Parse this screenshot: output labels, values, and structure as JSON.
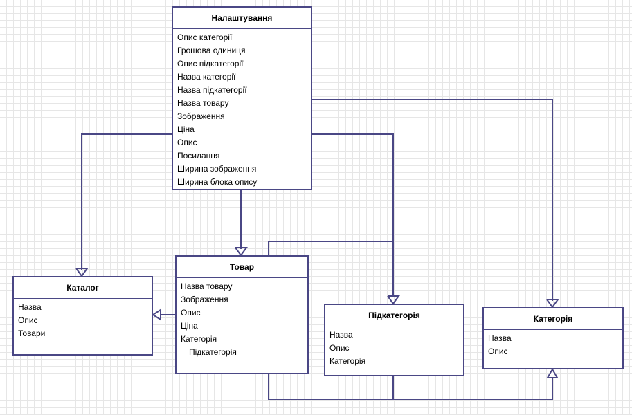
{
  "diagram": {
    "line_color": "#4a4785",
    "grid_color": "#e6e6e6",
    "classes": {
      "settings": {
        "name": "Налаштування",
        "attributes": [
          "Опис категорії",
          "Грошова одиниця",
          "Опис підкатегорії",
          "Назва категорії",
          "Назва підкатегорії",
          "Назва товару",
          "Зображення",
          "Ціна",
          "Опис",
          "Посилання",
          "Ширина зображення",
          "Ширина блока опису"
        ]
      },
      "catalog": {
        "name": "Каталог",
        "attributes": [
          "Назва",
          "Опис",
          "Товари"
        ]
      },
      "product": {
        "name": "Товар",
        "attributes": [
          "Назва товару",
          "Зображення",
          "Опис",
          "Ціна",
          "Категорія",
          "Підкатегорія"
        ]
      },
      "subcategory": {
        "name": "Підкатегорія",
        "attributes": [
          "Назва",
          "Опис",
          "Категорія"
        ]
      },
      "category": {
        "name": "Категорія",
        "attributes": [
          "Назва",
          "Опис"
        ]
      }
    },
    "relations": [
      {
        "from": "settings",
        "to": "catalog",
        "arrow": "open"
      },
      {
        "from": "settings",
        "to": "product",
        "arrow": "open"
      },
      {
        "from": "settings",
        "to": "subcategory",
        "arrow": "open"
      },
      {
        "from": "settings",
        "to": "category",
        "arrow": "open"
      },
      {
        "from": "product",
        "to": "subcategory",
        "arrow": "open"
      },
      {
        "from": "product",
        "to": "catalog",
        "arrow": "hollow-triangle"
      },
      {
        "from": "product",
        "to": "category",
        "arrow": "hollow-triangle"
      },
      {
        "from": "subcategory",
        "to": "category",
        "arrow": "hollow-triangle"
      }
    ]
  }
}
